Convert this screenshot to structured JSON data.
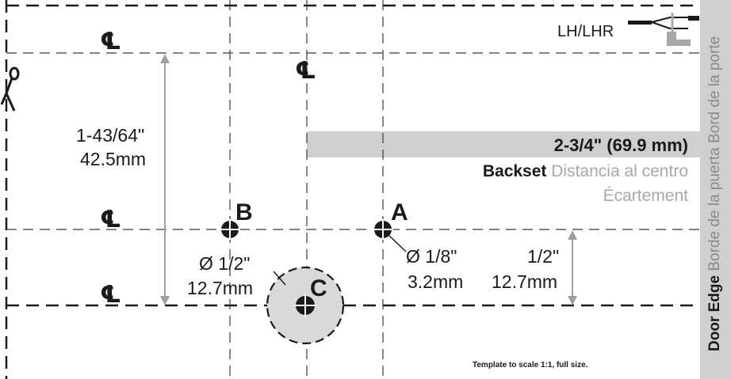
{
  "handing_label": "LH/LHR",
  "centerline_symbol": "℄",
  "dimensions": {
    "vertical_imperial": "1-43/64\"",
    "vertical_metric": "42.5mm",
    "hole_c_imperial": "Ø 1/2\"",
    "hole_c_metric": "12.7mm",
    "hole_a_imperial": "Ø 1/8\"",
    "hole_a_metric": "3.2mm",
    "offset_imperial": "1/2\"",
    "offset_metric": "12.7mm"
  },
  "holes": {
    "a": "A",
    "b": "B",
    "c": "C"
  },
  "backset": {
    "value": "2-3/4\" (69.9 mm)",
    "label_en": "Backset",
    "label_es": "Distancia al centro",
    "label_fr": "Écartement"
  },
  "door_edge": {
    "en": "Door Edge",
    "es": "Borde de la puerta",
    "fr": "Bord de la porte"
  },
  "footer_note": "Template to scale 1:1, full size.",
  "colors": {
    "ink": "#1a1a1a",
    "dashed_line": "#3a3a3a",
    "grey_band": "#cfcfcf",
    "grey_text": "#a8a8a8",
    "hole_fill": "#d9d9d9",
    "dim_arrow": "#a0a0a0"
  },
  "icons": [
    "scissors-icon",
    "door-latch-icon",
    "crosshair-icon"
  ]
}
